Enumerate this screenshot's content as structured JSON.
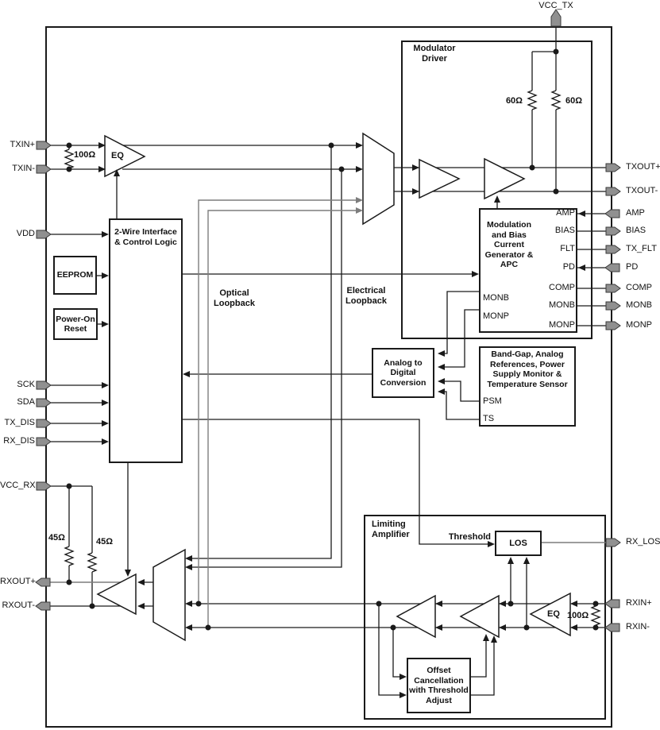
{
  "diagram": {
    "pins": {
      "top": [
        {
          "label": "VCC_TX",
          "direction": "in"
        }
      ],
      "left": [
        {
          "label": "TXIN+",
          "direction": "in"
        },
        {
          "label": "TXIN-",
          "direction": "in"
        },
        {
          "label": "VDD",
          "direction": "in"
        },
        {
          "label": "SCK",
          "direction": "in"
        },
        {
          "label": "SDA",
          "direction": "in"
        },
        {
          "label": "TX_DIS",
          "direction": "in"
        },
        {
          "label": "RX_DIS",
          "direction": "in"
        },
        {
          "label": "VCC_RX",
          "direction": "in"
        },
        {
          "label": "RXOUT+",
          "direction": "out"
        },
        {
          "label": "RXOUT-",
          "direction": "out"
        }
      ],
      "right": [
        {
          "label": "TXOUT+",
          "direction": "out"
        },
        {
          "label": "TXOUT-",
          "direction": "out"
        },
        {
          "label": "AMP",
          "direction": "in"
        },
        {
          "label": "BIAS",
          "direction": "out"
        },
        {
          "label": "TX_FLT",
          "direction": "out"
        },
        {
          "label": "PD",
          "direction": "in"
        },
        {
          "label": "COMP",
          "direction": "out"
        },
        {
          "label": "MONB",
          "direction": "out"
        },
        {
          "label": "MONP",
          "direction": "out"
        },
        {
          "label": "RX_LOS",
          "direction": "out"
        },
        {
          "label": "RXIN+",
          "direction": "in"
        },
        {
          "label": "RXIN-",
          "direction": "in"
        }
      ]
    },
    "blocks": {
      "eq_tx": "EQ",
      "eq_rx": "EQ",
      "two_wire": "2-Wire Interface & Control Logic",
      "eeprom": "EEPROM",
      "por": "Power-On Reset",
      "mod_driver": "Modulator Driver",
      "mod_bias": "Modulation and Bias Current Generator & APC",
      "bandgap": "Band-Gap, Analog References, Power Supply Monitor & Temperature Sensor",
      "adc": "Analog to Digital Conversion",
      "lim_amp": "Limiting Amplifier",
      "los": "LOS",
      "offset": "Offset Cancellation with Threshold Adjust"
    },
    "ports": {
      "mod_bias_right": [
        "AMP",
        "BIAS",
        "FLT",
        "PD",
        "COMP",
        "MONB",
        "MONP"
      ],
      "mod_bias_left": [
        "MONB",
        "MONP"
      ],
      "bandgap": [
        "PSM",
        "TS"
      ]
    },
    "labels": {
      "optical_loopback": "Optical Loopback",
      "electrical_loopback": "Electrical Loopback",
      "threshold": "Threshold"
    },
    "resistors": {
      "tx_term": "100Ω",
      "rx_term": "100Ω",
      "pullup_left": "60Ω",
      "pullup_right": "60Ω",
      "rx_pull_left": "45Ω",
      "rx_pull_right": "45Ω"
    },
    "colors": {
      "line": "#1a1a1a",
      "gray-line": "#7d7d7d",
      "pin-fill": "#909090",
      "pin-stroke": "#3a3a3a"
    }
  }
}
